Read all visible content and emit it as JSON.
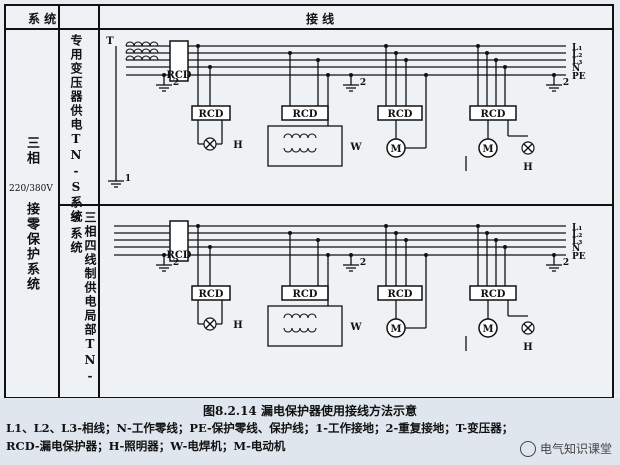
{
  "header": {
    "system": "系    统",
    "wiring": "接        线"
  },
  "left_label": {
    "top": "三相",
    "voltage": "220/380V",
    "bottom": "接零保护系统"
  },
  "row1_label": "专用变压器供电TN-S系统",
  "row2_label": "三相四线制供电局部TN-S系统",
  "wires": [
    "L₁",
    "L₂",
    "L₃",
    "N",
    "PE"
  ],
  "symbols": {
    "rcd": "RCD",
    "motor": "M",
    "lamp": "H",
    "welder": "W",
    "transformer": "T",
    "ground_work": "1",
    "ground_repeat": "2"
  },
  "caption": {
    "title": "图8.2.14   漏电保护器使用接线方法示意",
    "line1": "L1、L2、L3-相线；N-工作零线；PE-保护零线、保护线；1-工作接地；2-重复接地；T-变压器；",
    "line2": "RCD-漏电保护器；H-照明器；W-电焊机；M-电动机"
  },
  "watermark": "电气知识课堂"
}
